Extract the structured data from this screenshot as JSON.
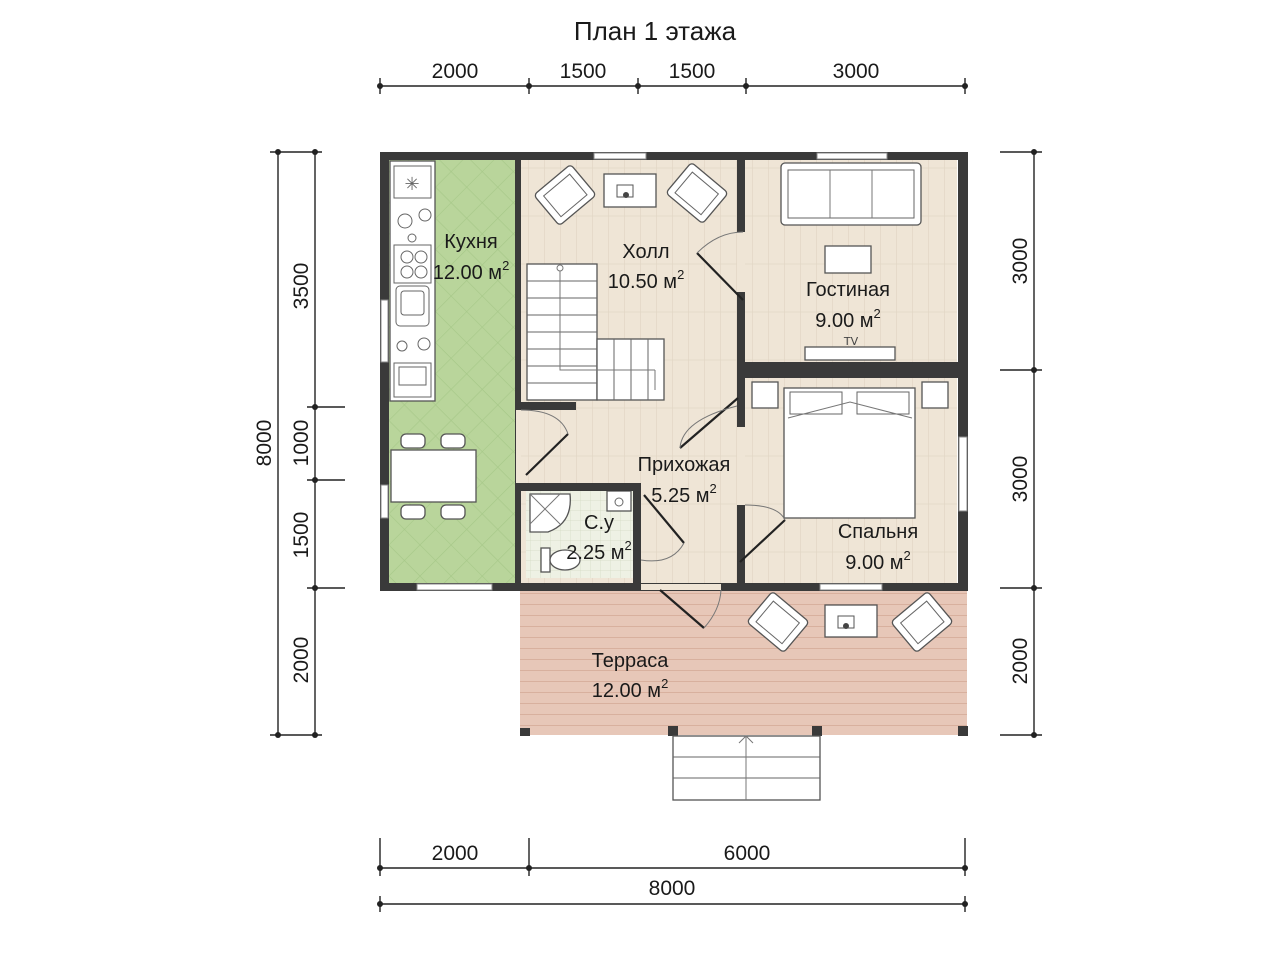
{
  "title": "План 1 этажа",
  "dimensions": {
    "top": [
      "2000",
      "1500",
      "1500",
      "3000"
    ],
    "bottom_segments": [
      "2000",
      "6000"
    ],
    "bottom_total": "8000",
    "left_outer": "8000",
    "left_inner": [
      "3500",
      "1000",
      "1500",
      "2000"
    ],
    "right": [
      "3000",
      "3000",
      "2000"
    ]
  },
  "rooms": {
    "kitchen": {
      "name": "Кухня",
      "area": "12.00 м",
      "unit_sup": "2"
    },
    "hall": {
      "name": "Холл",
      "area": "10.50 м",
      "unit_sup": "2"
    },
    "living": {
      "name": "Гостиная",
      "area": "9.00 м",
      "unit_sup": "2"
    },
    "entry": {
      "name": "Прихожая",
      "area": "5.25 м",
      "unit_sup": "2"
    },
    "bathroom": {
      "name": "С.у",
      "area": "2.25 м",
      "unit_sup": "2"
    },
    "bedroom": {
      "name": "Спальня",
      "area": "9.00 м",
      "unit_sup": "2"
    },
    "terrace": {
      "name": "Терраса",
      "area": "12.00 м",
      "unit_sup": "2"
    }
  },
  "colors": {
    "wall": "#3a3a3a",
    "wood_floor": "#efe5d6",
    "kitchen_tile": "#b9d59b",
    "terrace_deck": "#e7c7b8",
    "text": "#1a1a1a"
  }
}
